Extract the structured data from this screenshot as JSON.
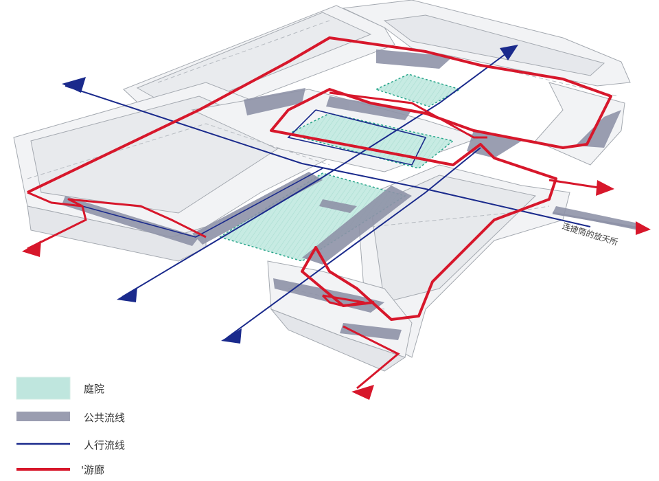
{
  "annotation": "连捷筒的放天所",
  "legend": [
    {
      "key": "courtyard",
      "label": "庭院",
      "color": "#bfe6de"
    },
    {
      "key": "public",
      "label": "公共流线",
      "color": "#9a9db0"
    },
    {
      "key": "pedestrian",
      "label": "人行流线",
      "color": "#1a2a8c"
    },
    {
      "key": "corridor",
      "label": "'游廊",
      "color": "#d7172b"
    }
  ],
  "colors": {
    "courtyard_fill": "#bfe6de",
    "courtyard_edge": "#27a58a",
    "public_path": "#8f93a8",
    "pedestrian": "#1a2a8c",
    "corridor": "#d7172b",
    "building_line": "#9aa0a8",
    "building_fill": "#f1f2f4"
  }
}
